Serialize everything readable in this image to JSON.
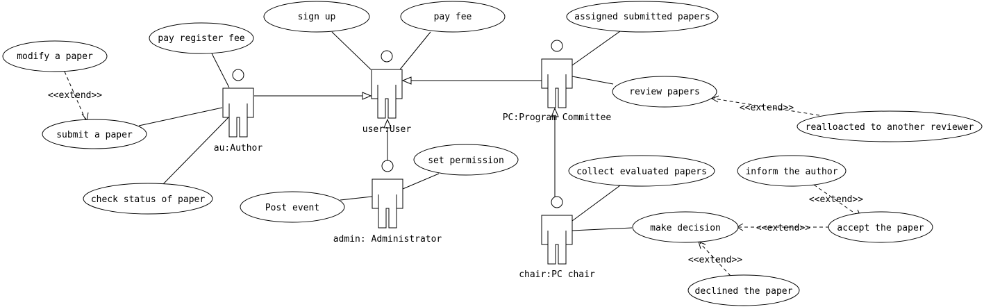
{
  "use_cases": {
    "sign_up": "sign up",
    "pay_fee": "pay fee",
    "pay_register_fee": "pay register fee",
    "modify_paper": "modify a paper",
    "submit_paper": "submit a paper",
    "check_status": "check status of paper",
    "assigned_papers": "assigned submitted papers",
    "review_papers": "review papers",
    "reallocated": "realloacted to another reviewer",
    "set_permission": "set permission",
    "post_event": "Post event",
    "collect_papers": "collect evaluated papers",
    "inform_author": "inform the author",
    "make_decision": "make decision",
    "accept_paper": "accept the paper",
    "declined_paper": "declined the paper"
  },
  "actors": {
    "user": "user:User",
    "author": "au:Author",
    "pc": "PC:Program Committee",
    "admin": "admin: Administrator",
    "chair": "chair:PC chair"
  },
  "stereotypes": {
    "extend": "<<extend>>"
  }
}
